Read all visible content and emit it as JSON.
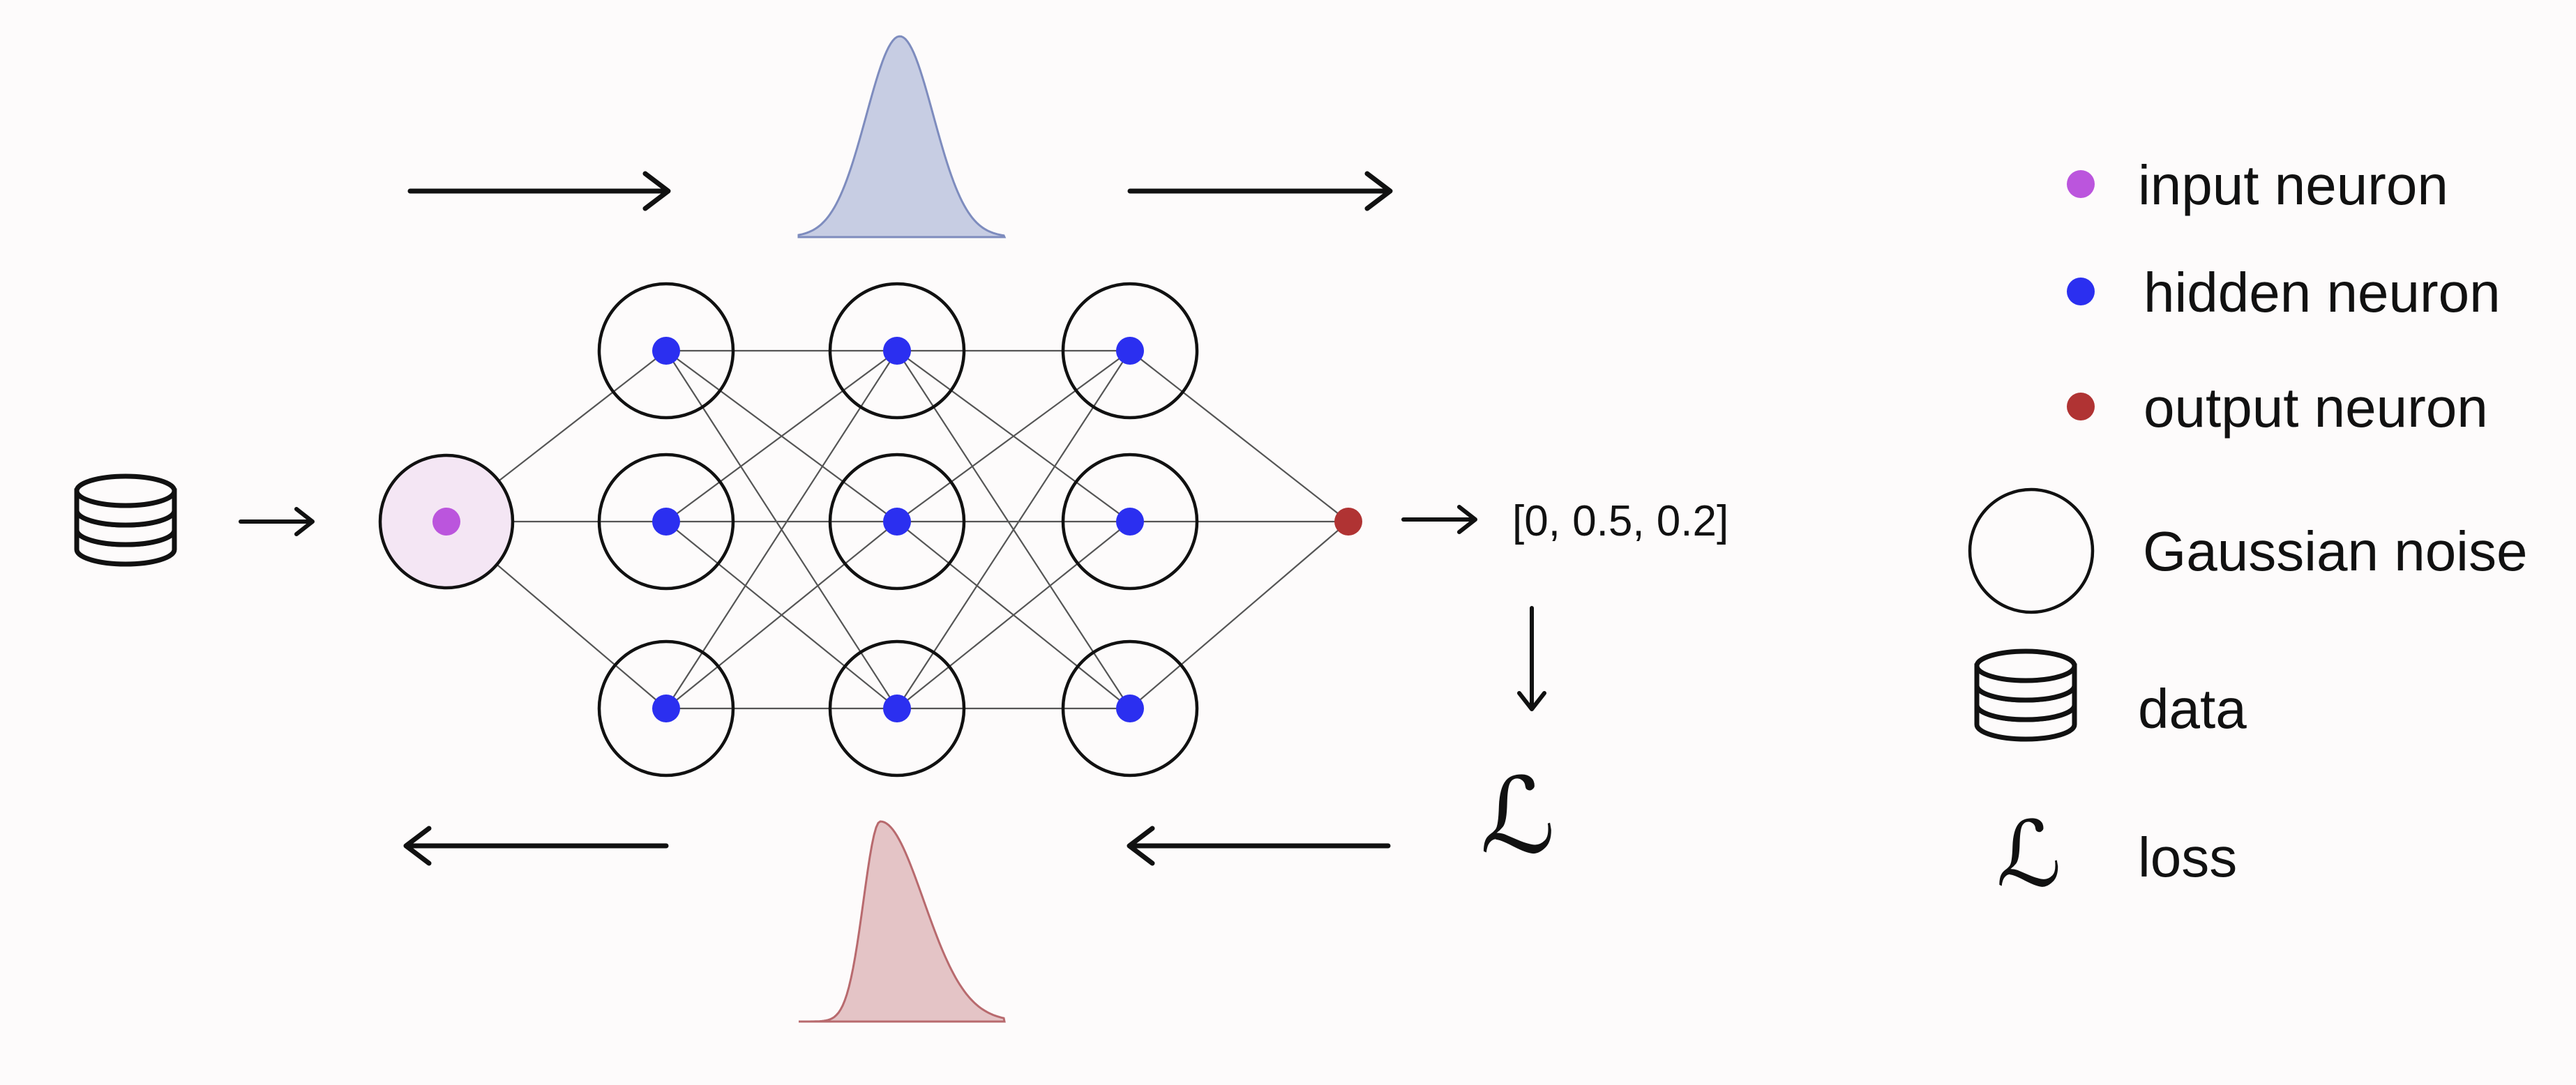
{
  "output_vector": "[0, 0.5, 0.2]",
  "loss_symbol": "ℒ",
  "legend": {
    "input_neuron": "input neuron",
    "hidden_neuron": "hidden neuron",
    "output_neuron": "output neuron",
    "gaussian_noise": "Gaussian noise",
    "data": "data",
    "loss": "loss"
  },
  "colors": {
    "input_neuron": "#bb55dd",
    "input_halo": "#f4e6f4",
    "hidden_neuron": "#2b2ff0",
    "output_neuron": "#b03333",
    "prior_fill": "#c7cde3",
    "prior_stroke": "#7e8cbe",
    "posterior_fill": "#e4c4c6",
    "posterior_stroke": "#b86a6e"
  },
  "icons": {
    "database": "database-icon",
    "loss": "loss-icon"
  }
}
